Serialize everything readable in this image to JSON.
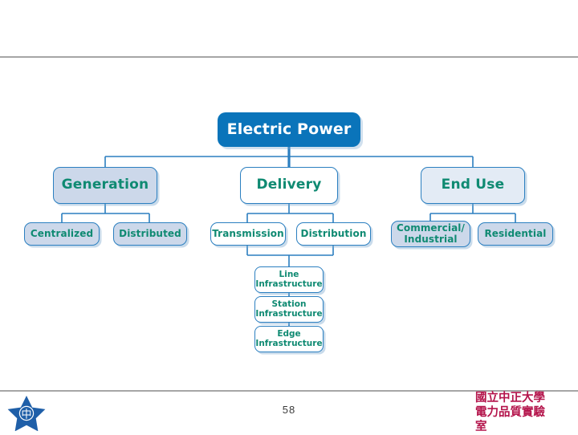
{
  "slide": {
    "page_number": "58",
    "footer_org_lines": [
      "國立中正大學",
      "電力品質實驗",
      "室"
    ],
    "logo_character": "中"
  },
  "colors": {
    "root_fill": "#0a74ba",
    "root_text": "#ffffff",
    "node_border": "#2b7fc0",
    "node_text": "#0f8a72",
    "node_fill_light": "#ccd8ea",
    "node_fill_pale": "#e3ebf5",
    "node_fill_white": "#ffffff",
    "connector": "#2b7fc0",
    "rule": "#a6a6a6",
    "page_number_text": "#3b3b3b",
    "footer_org_text": "#b4144b",
    "logo_blue": "#1f5fa8"
  },
  "chart_data": {
    "type": "diagram",
    "title": "Electric Power",
    "layout": "top-down hierarchy / org chart",
    "nodes": [
      {
        "id": "electric-power",
        "label": "Electric Power",
        "level": 1,
        "fill": "#0a74ba",
        "text_color": "#ffffff"
      },
      {
        "id": "generation",
        "label": "Generation",
        "level": 2,
        "fill": "#ccd8ea",
        "text_color": "#0f8a72"
      },
      {
        "id": "delivery",
        "label": "Delivery",
        "level": 2,
        "fill": "#ffffff",
        "text_color": "#0f8a72"
      },
      {
        "id": "end-use",
        "label": "End Use",
        "level": 2,
        "fill": "#e3ebf5",
        "text_color": "#0f8a72"
      },
      {
        "id": "centralized",
        "label": "Centralized",
        "level": 3,
        "fill": "#ccd8ea",
        "text_color": "#0f8a72"
      },
      {
        "id": "distributed",
        "label": "Distributed",
        "level": 3,
        "fill": "#ccd8ea",
        "text_color": "#0f8a72"
      },
      {
        "id": "transmission",
        "label": "Transmission",
        "level": 3,
        "fill": "#ffffff",
        "text_color": "#0f8a72"
      },
      {
        "id": "distribution",
        "label": "Distribution",
        "level": 3,
        "fill": "#ffffff",
        "text_color": "#0f8a72"
      },
      {
        "id": "commercial-industrial",
        "label": "Commercial/\nIndustrial",
        "level": 3,
        "fill": "#ccd8ea",
        "text_color": "#0f8a72"
      },
      {
        "id": "residential",
        "label": "Residential",
        "level": 3,
        "fill": "#ccd8ea",
        "text_color": "#0f8a72"
      },
      {
        "id": "line-infrastructure",
        "label": "Line\nInfrastructure",
        "level": 4,
        "fill": "#ffffff",
        "text_color": "#0f8a72"
      },
      {
        "id": "station-infrastructure",
        "label": "Station\nInfrastructure",
        "level": 4,
        "fill": "#ffffff",
        "text_color": "#0f8a72"
      },
      {
        "id": "edge-infrastructure",
        "label": "Edge\nInfrastructure",
        "level": 4,
        "fill": "#ffffff",
        "text_color": "#0f8a72"
      }
    ],
    "edges": [
      {
        "from": "electric-power",
        "to": "generation"
      },
      {
        "from": "electric-power",
        "to": "delivery"
      },
      {
        "from": "electric-power",
        "to": "end-use"
      },
      {
        "from": "generation",
        "to": "centralized"
      },
      {
        "from": "generation",
        "to": "distributed"
      },
      {
        "from": "delivery",
        "to": "transmission"
      },
      {
        "from": "delivery",
        "to": "distribution"
      },
      {
        "from": "end-use",
        "to": "commercial-industrial"
      },
      {
        "from": "end-use",
        "to": "residential"
      },
      {
        "from": "transmission",
        "to": "line-infrastructure"
      },
      {
        "from": "distribution",
        "to": "line-infrastructure"
      },
      {
        "from": "line-infrastructure",
        "to": "station-infrastructure"
      },
      {
        "from": "station-infrastructure",
        "to": "edge-infrastructure"
      }
    ]
  },
  "nodes": {
    "electric_power": "Electric Power",
    "generation": "Generation",
    "delivery": "Delivery",
    "end_use": "End Use",
    "centralized": "Centralized",
    "distributed": "Distributed",
    "transmission": "Transmission",
    "distribution": "Distribution",
    "commercial_industrial_l1": "Commercial/",
    "commercial_industrial_l2": "Industrial",
    "residential": "Residential",
    "line_infra_l1": "Line",
    "line_infra_l2": "Infrastructure",
    "station_infra_l1": "Station",
    "station_infra_l2": "Infrastructure",
    "edge_infra_l1": "Edge",
    "edge_infra_l2": "Infrastructure"
  }
}
